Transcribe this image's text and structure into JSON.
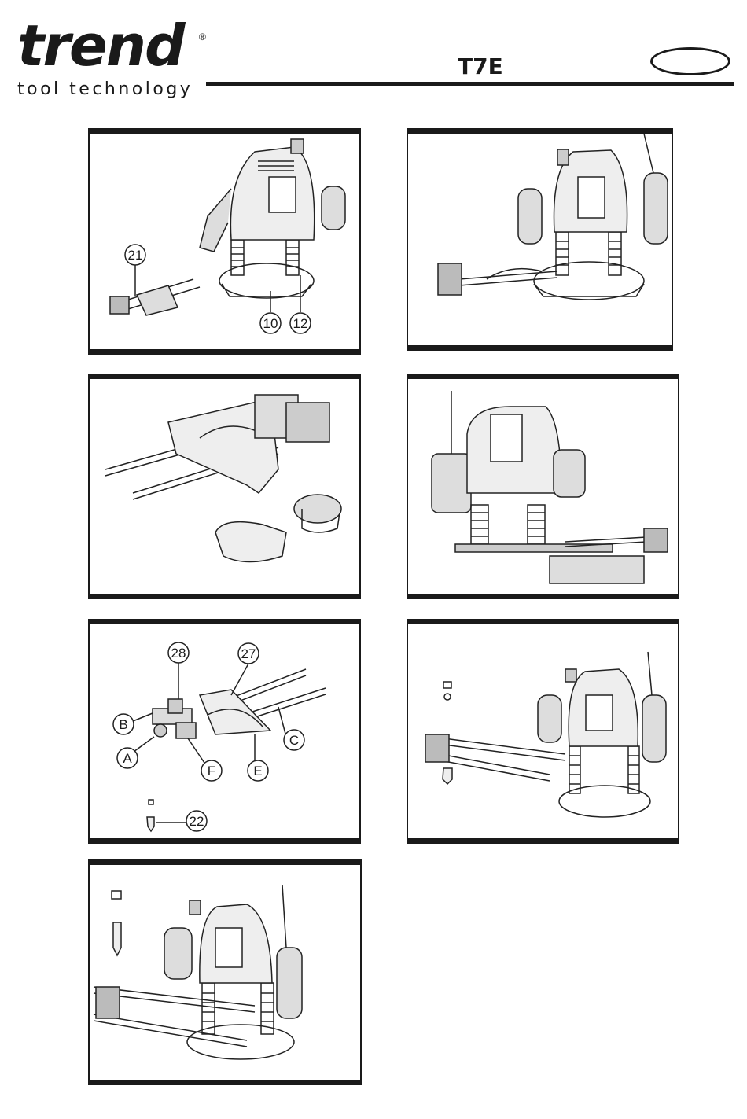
{
  "header": {
    "brand": "trend",
    "registered": "®",
    "tagline": "tool technology",
    "model": "T7E"
  },
  "figures": {
    "fig1": {
      "callouts": [
        "21",
        "10",
        "12"
      ]
    },
    "fig5": {
      "callouts": [
        "28",
        "27",
        "B",
        "C",
        "A",
        "F",
        "E",
        "22"
      ]
    }
  }
}
